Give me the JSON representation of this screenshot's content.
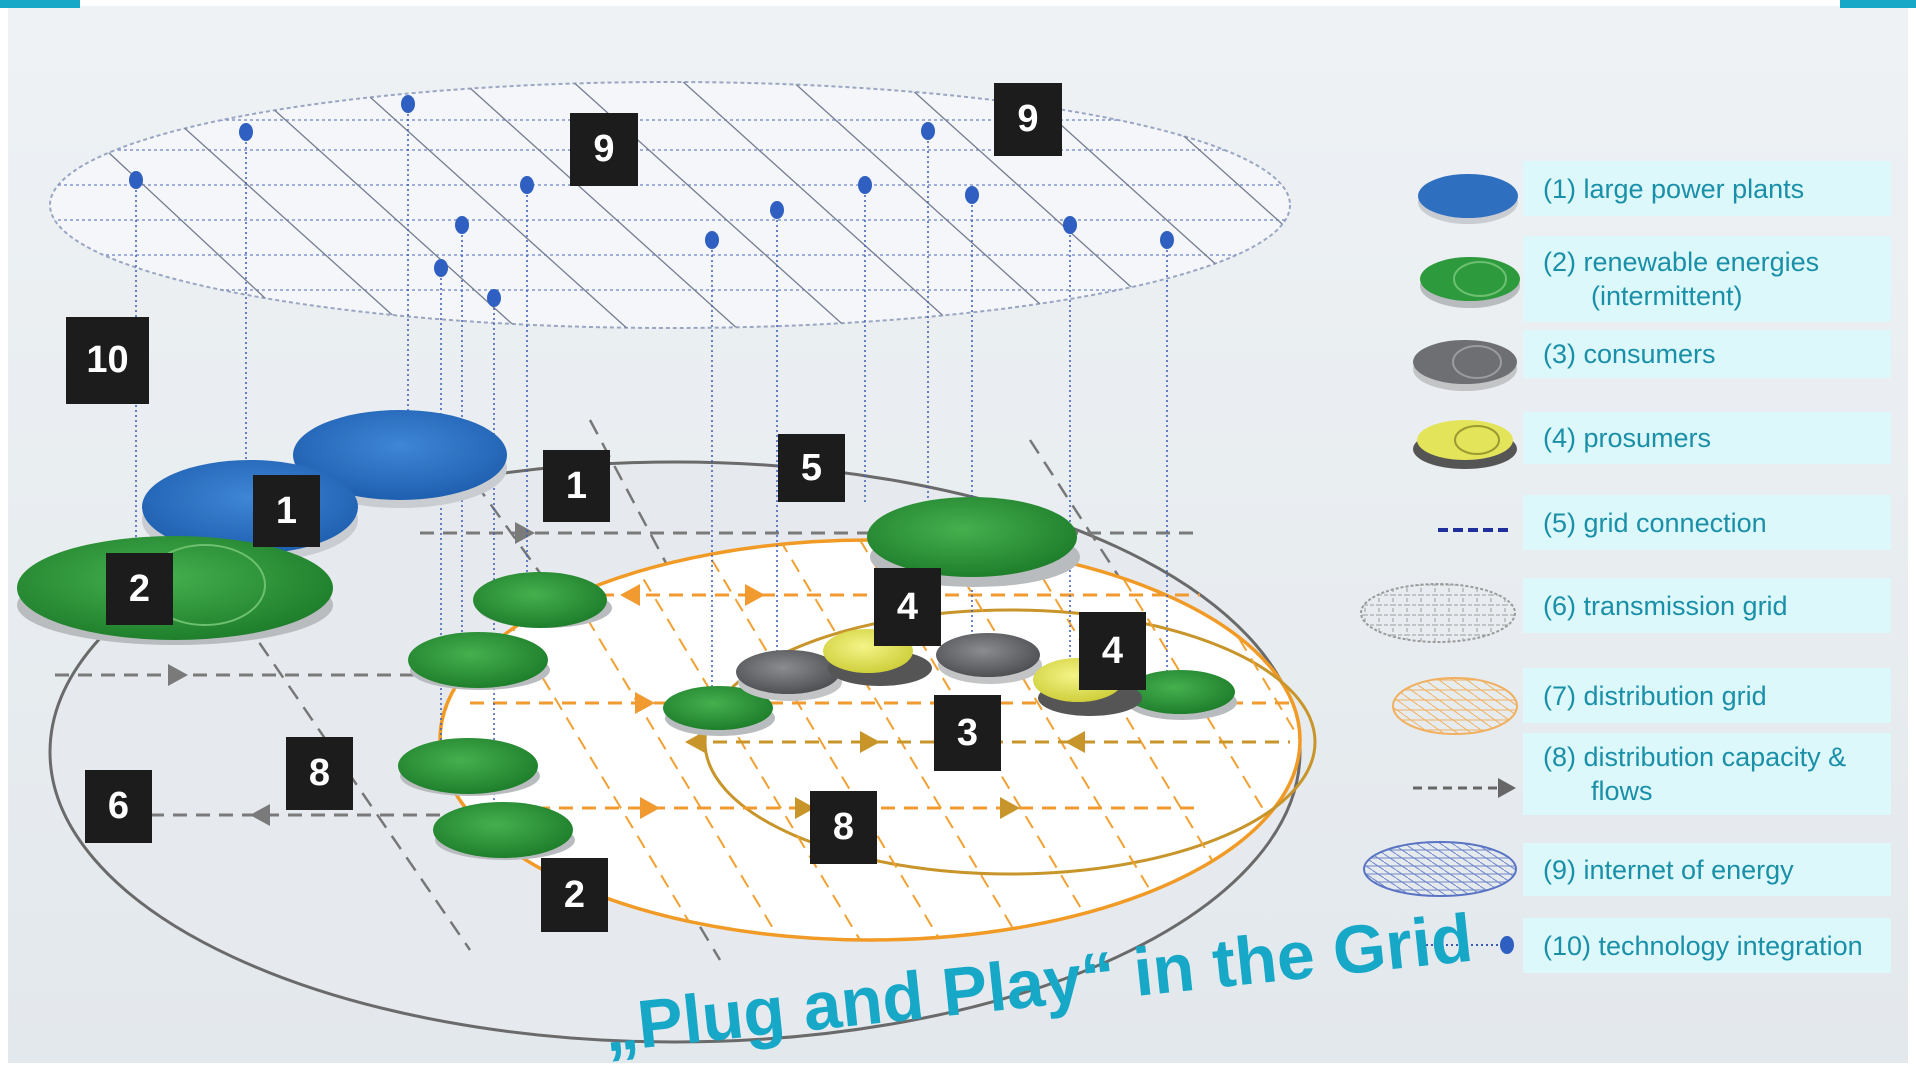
{
  "title": "„Plug and Play“ in the Grid",
  "legend": [
    {
      "id": "large-power-plants",
      "label": "(1)  large power plants",
      "label2": ""
    },
    {
      "id": "renewable-energies",
      "label": "(2) renewable energies",
      "label2": "(intermittent)"
    },
    {
      "id": "consumers",
      "label": "(3) consumers",
      "label2": ""
    },
    {
      "id": "prosumers",
      "label": "(4) prosumers",
      "label2": ""
    },
    {
      "id": "grid-connection",
      "label": "(5) grid connection",
      "label2": ""
    },
    {
      "id": "transmission-grid",
      "label": "(6) transmission grid",
      "label2": ""
    },
    {
      "id": "distribution-grid",
      "label": "(7) distribution grid",
      "label2": ""
    },
    {
      "id": "distribution-capacity",
      "label": "(8) distribution capacity &",
      "label2": "flows"
    },
    {
      "id": "internet-of-energy",
      "label": "(9) internet of energy",
      "label2": ""
    },
    {
      "id": "technology-integration",
      "label": "(10) technology integration",
      "label2": ""
    }
  ],
  "markers": [
    "9",
    "9",
    "10",
    "1",
    "1",
    "5",
    "2",
    "4",
    "4",
    "3",
    "8",
    "8",
    "6",
    "2"
  ],
  "colors": {
    "power_plant": "#2f6fc0",
    "renewable": "#2e9a3e",
    "consumer": "#6d6f72",
    "prosumer": "#e4e45a",
    "grid_connection": "#1f2f9c",
    "distribution": "#f0a030",
    "title": "#17a8c8",
    "legend_bg": "#dcf8fb",
    "legend_text": "#1a8fa8"
  }
}
